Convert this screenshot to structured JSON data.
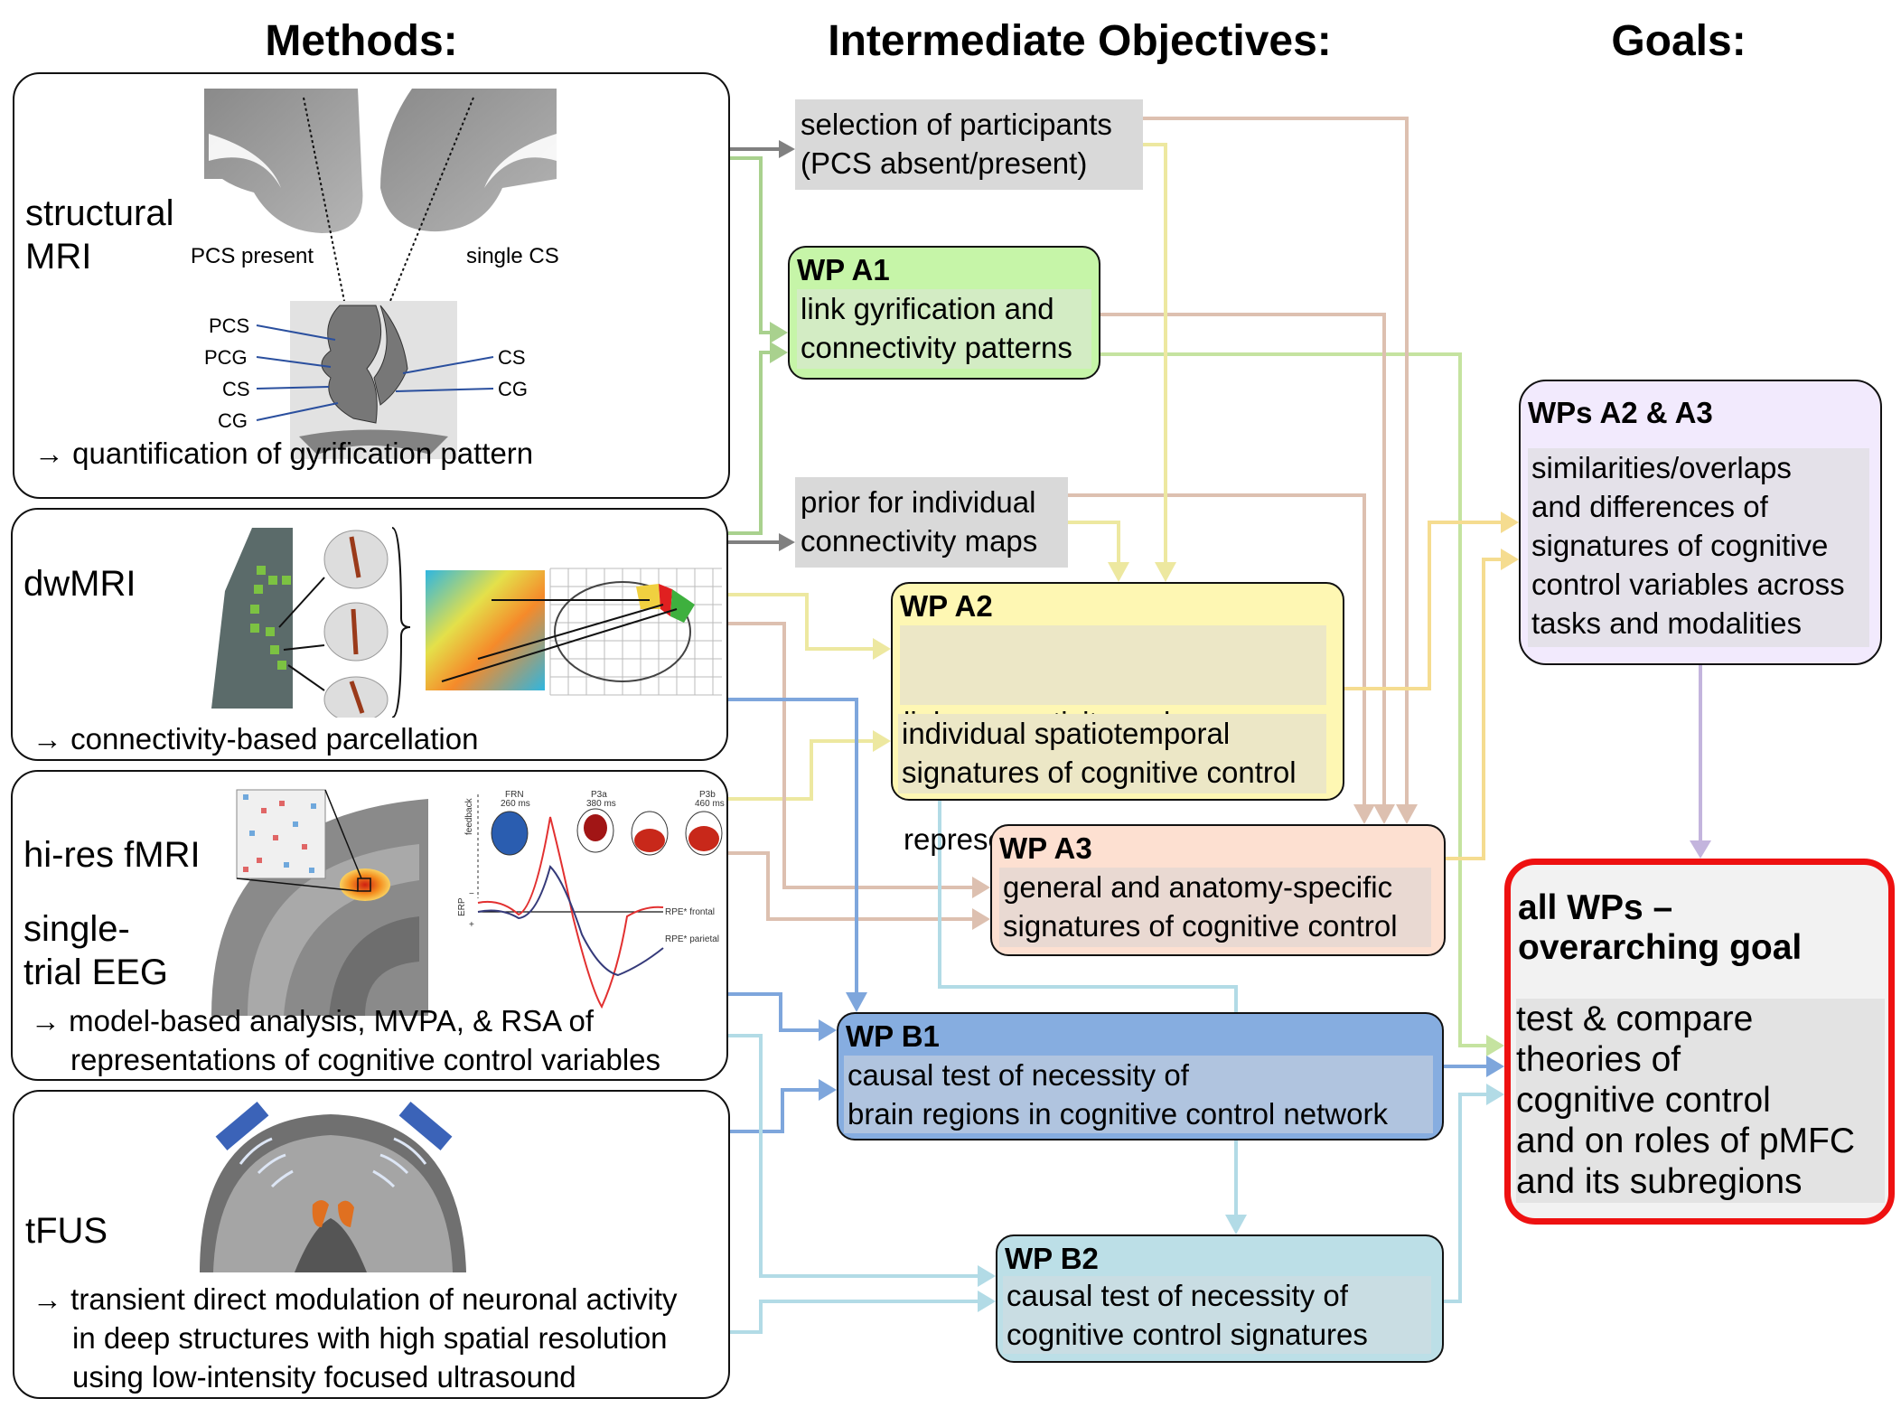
{
  "headers": {
    "methods": "Methods:",
    "objectives": "Intermediate Objectives:",
    "goals": "Goals:"
  },
  "methods": [
    {
      "id": "structural-mri",
      "label_lines": [
        "structural",
        "MRI"
      ],
      "image_labels": {
        "left_hemisphere": "PCS present",
        "right_hemisphere": "single CS",
        "left_annotations": [
          "PCS",
          "PCG",
          "CS",
          "CG"
        ],
        "right_annotations": [
          "CS",
          "CG"
        ]
      },
      "description": "→ quantification of gyrification pattern"
    },
    {
      "id": "dwmri",
      "label_lines": [
        "dwMRI"
      ],
      "description": "→ connectivity-based parcellation"
    },
    {
      "id": "fmri-eeg",
      "label_lines": [
        "hi-res fMRI"
      ],
      "label2_lines": [
        "single-",
        "trial EEG"
      ],
      "image_labels": {
        "feedback": "feedback",
        "components": [
          {
            "name": "FRN",
            "time": "260 ms"
          },
          {
            "name": "P3a",
            "time": "380 ms"
          },
          {
            "name": "P3b",
            "time": "460 ms"
          }
        ],
        "yaxis": "ERP",
        "minus": "−",
        "plus": "+",
        "series": [
          "RPE* frontal",
          "RPE* parietal"
        ]
      },
      "description_lines": [
        "→ model-based analysis, MVPA, & RSA of",
        "representations of cognitive control variables"
      ]
    },
    {
      "id": "tfus",
      "label_lines": [
        "tFUS"
      ],
      "description_lines": [
        "→ transient direct modulation of neuronal activity",
        "in deep structures with high spatial resolution",
        "using low-intensity focused ultrasound"
      ]
    }
  ],
  "objectives": {
    "selection": {
      "lines": [
        "selection of participants",
        "(PCS absent/present)"
      ]
    },
    "prior": {
      "lines": [
        "prior for individual",
        "connectivity maps"
      ]
    },
    "wp_a1": {
      "title": "WP A1",
      "lines": [
        "link gyrification and",
        "connectivity patterns"
      ],
      "color": "#c6f5a8"
    },
    "wp_a2": {
      "title": "WP A2",
      "part1": [
        "link connectivity and",
        "representational  patterns"
      ],
      "part2": [
        "individual spatiotemporal",
        "signatures of cognitive control"
      ],
      "color": "#fef7b3"
    },
    "wp_a3": {
      "title": "WP A3",
      "lines": [
        "general and anatomy-specific",
        "signatures of cognitive control"
      ],
      "color": "#fde0d1"
    },
    "wp_b1": {
      "title": "WP B1",
      "lines": [
        "causal test of necessity of",
        "brain regions in cognitive control network"
      ],
      "color": "#86ade0"
    },
    "wp_b2": {
      "title": "WP B2",
      "lines": [
        "causal test of necessity of",
        "cognitive control signatures"
      ],
      "color": "#bcdfe7"
    }
  },
  "goals": {
    "wps_a2_a3": {
      "title": "WPs A2 & A3",
      "lines": [
        "similarities/overlaps",
        "and differences of",
        "signatures of cognitive",
        "control variables across",
        "tasks and modalities"
      ],
      "color": "#f2eafd"
    },
    "overarching": {
      "title_lines": [
        "all WPs –",
        "overarching goal"
      ],
      "lines": [
        "test & compare",
        "theories of",
        "cognitive control",
        "and on roles of pMFC",
        "and its subregions"
      ],
      "border_color": "#ee1111"
    }
  },
  "arrow_colors": {
    "gray": "#808080",
    "green": "#a9d18e",
    "yellow": "#ede8a0",
    "salmon": "#ddc0b0",
    "blue": "#7ea6dc",
    "lightblue": "#b2dbe6",
    "lavender": "#c3b4dd",
    "gold": "#f5dc90"
  }
}
